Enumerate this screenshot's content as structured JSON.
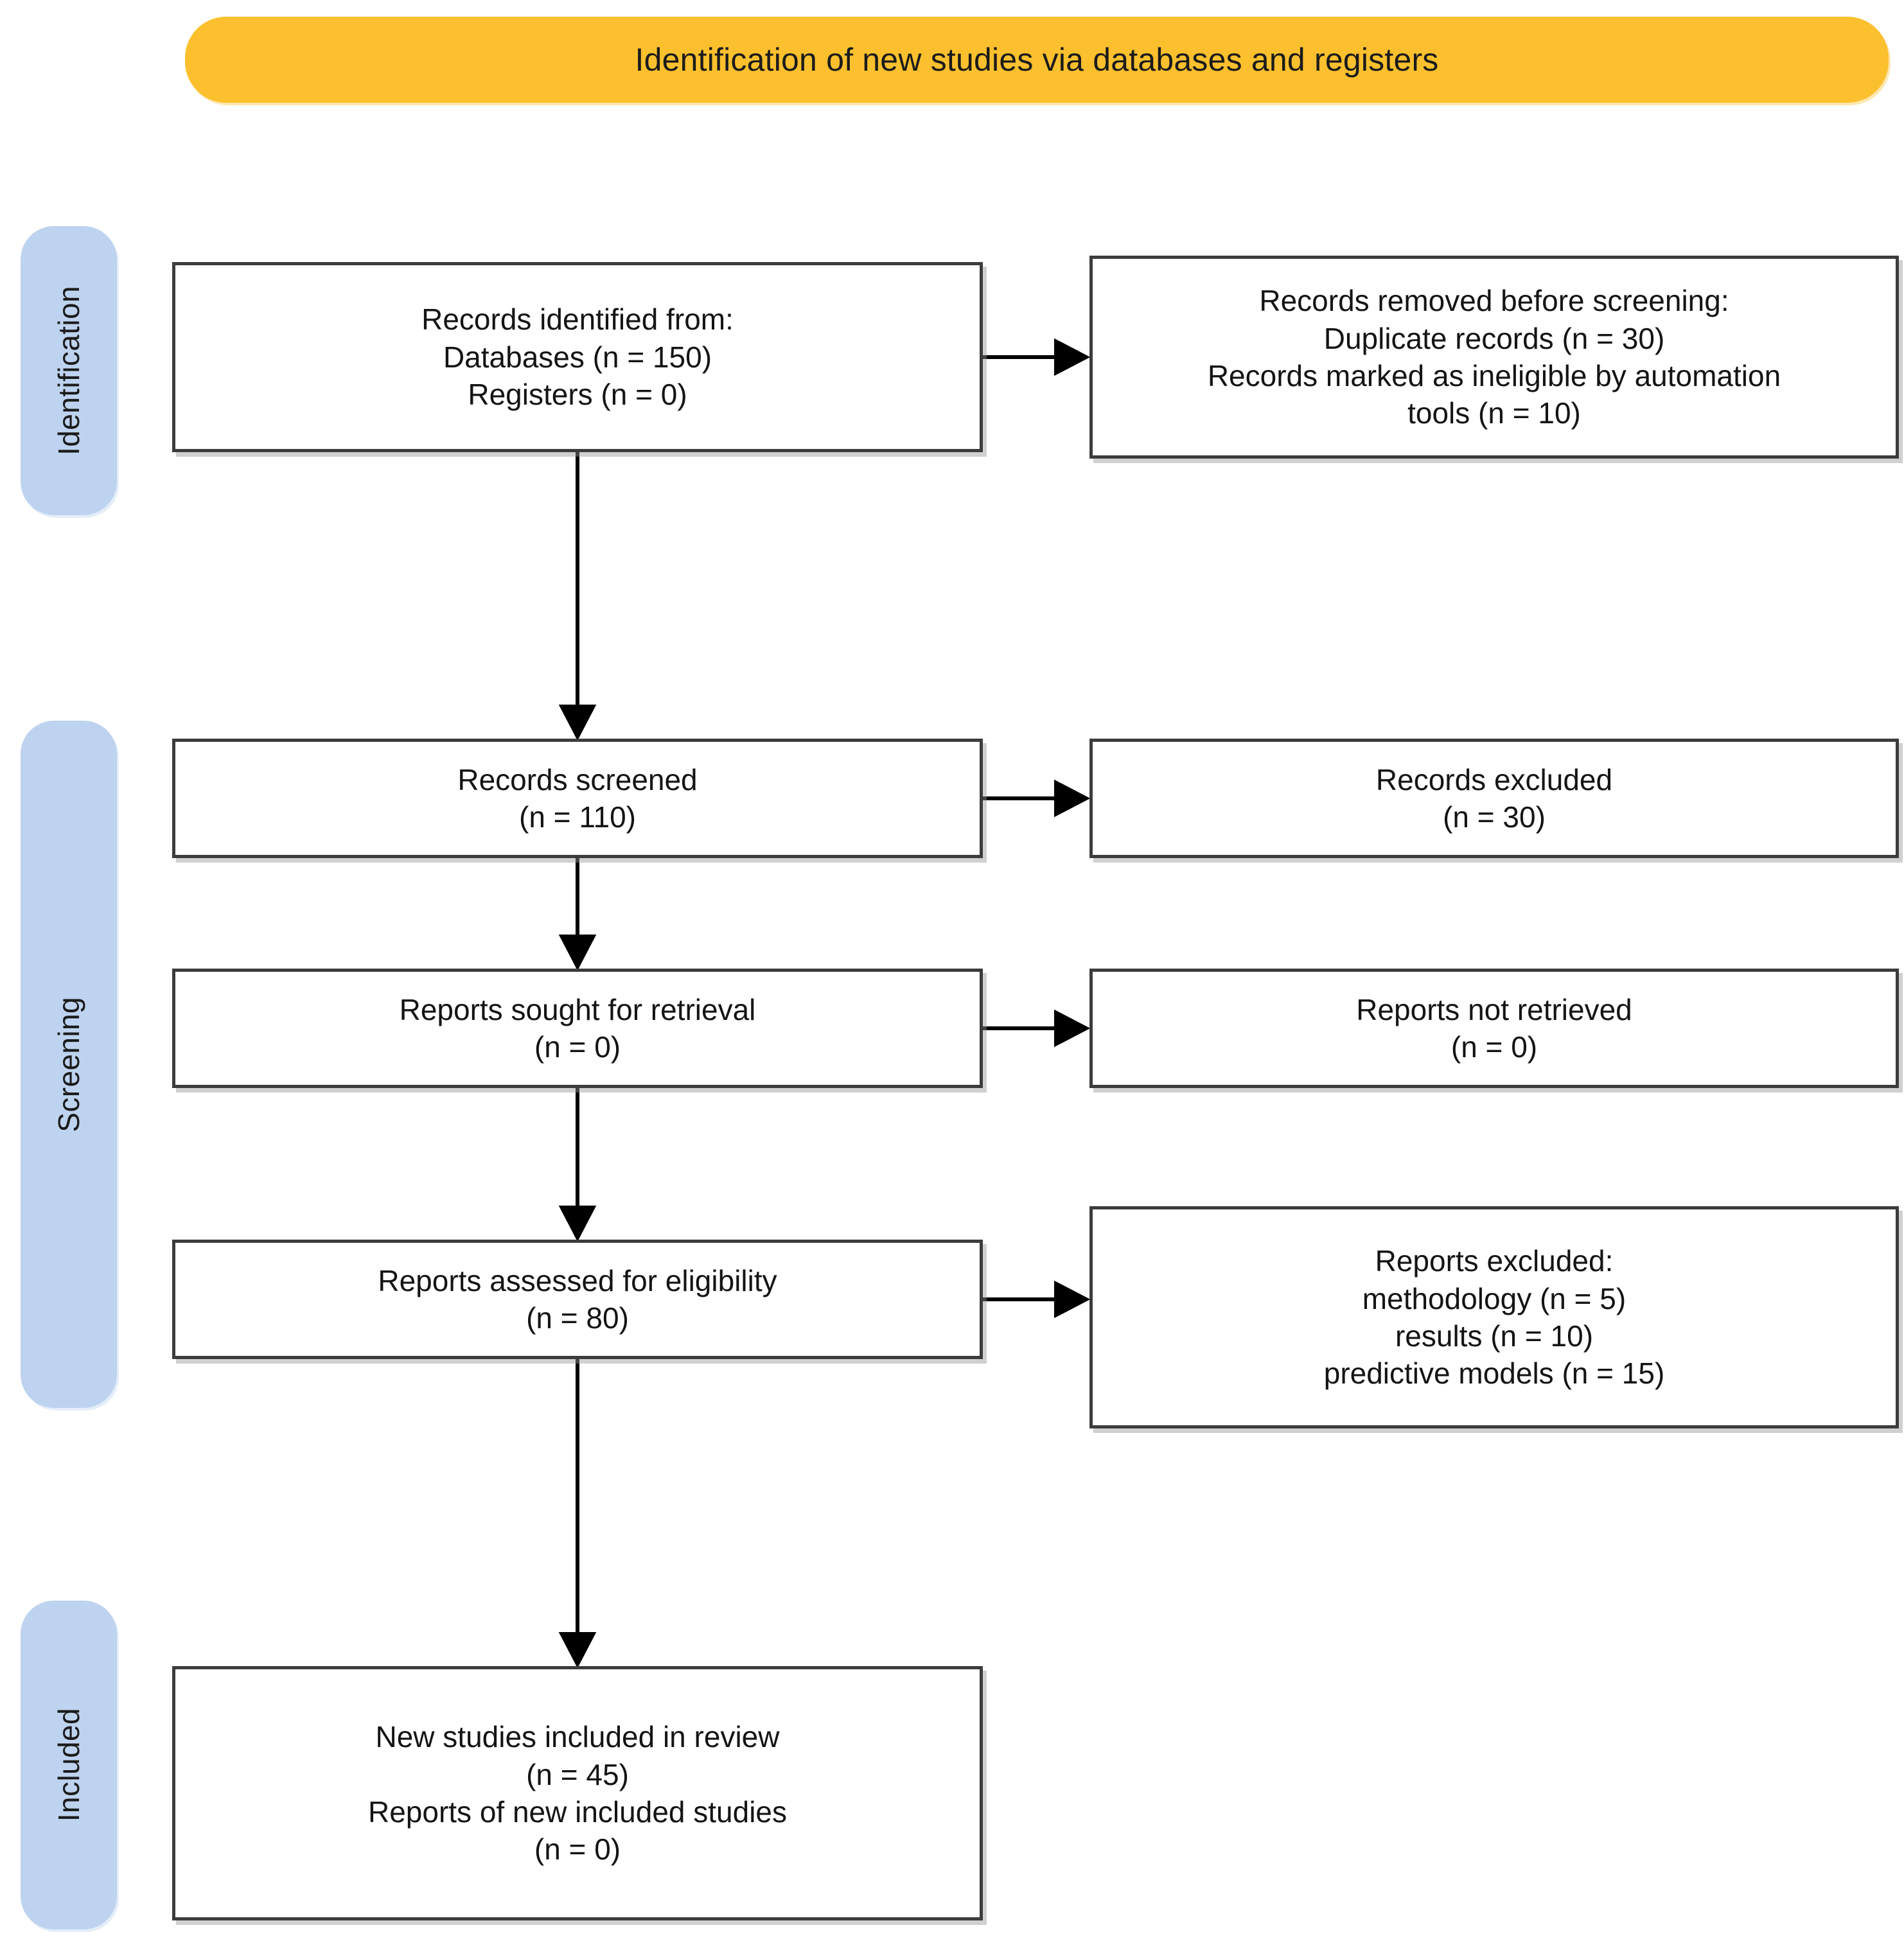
{
  "banner": {
    "title": "Identification of new studies via databases and registers",
    "color": "#fcc02e"
  },
  "stages": {
    "color": "#bed3ef",
    "items": [
      {
        "id": "identification",
        "label": "Identification"
      },
      {
        "id": "screening",
        "label": "Screening"
      },
      {
        "id": "included",
        "label": "Included"
      }
    ]
  },
  "boxes": {
    "records_identified": {
      "lines": [
        "Records identified from:",
        "Databases (n = 150)",
        "Registers (n = 0)"
      ]
    },
    "records_removed": {
      "lines": [
        "Records removed before screening:",
        "Duplicate records (n = 30)",
        "Records marked as ineligible by automation",
        "tools (n = 10)"
      ]
    },
    "records_screened": {
      "lines": [
        "Records screened",
        "(n = 110)"
      ]
    },
    "records_excluded": {
      "lines": [
        "Records excluded",
        "(n = 30)"
      ]
    },
    "reports_sought": {
      "lines": [
        "Reports sought for retrieval",
        "(n = 0)"
      ]
    },
    "reports_not_retrieved": {
      "lines": [
        "Reports not retrieved",
        "(n = 0)"
      ]
    },
    "reports_assessed": {
      "lines": [
        "Reports assessed for eligibility",
        "(n = 80)"
      ]
    },
    "reports_excluded": {
      "lines": [
        "Reports excluded:",
        "methodology (n = 5)",
        "results (n = 10)",
        "predictive models (n = 15)"
      ]
    },
    "studies_included": {
      "lines": [
        "New studies included in review",
        "(n = 45)",
        "Reports of new included studies",
        "(n = 0)"
      ]
    }
  },
  "chart_data": {
    "type": "diagram",
    "subtype": "prisma-flow",
    "title": "Identification of new studies via databases and registers",
    "phases": [
      "Identification",
      "Screening",
      "Included"
    ],
    "nodes": [
      {
        "id": "records_identified",
        "phase": "Identification",
        "column": "left",
        "label": "Records identified from: Databases (n = 150) Registers (n = 0)",
        "counts": {
          "Databases": 150,
          "Registers": 0
        }
      },
      {
        "id": "records_removed",
        "phase": "Identification",
        "column": "right",
        "label": "Records removed before screening: Duplicate records (n = 30) Records marked as ineligible by automation tools (n = 10)",
        "counts": {
          "Duplicate records": 30,
          "Records marked as ineligible by automation tools": 10
        }
      },
      {
        "id": "records_screened",
        "phase": "Screening",
        "column": "left",
        "label": "Records screened",
        "counts": {
          "n": 110
        }
      },
      {
        "id": "records_excluded",
        "phase": "Screening",
        "column": "right",
        "label": "Records excluded",
        "counts": {
          "n": 30
        }
      },
      {
        "id": "reports_sought",
        "phase": "Screening",
        "column": "left",
        "label": "Reports sought for retrieval",
        "counts": {
          "n": 0
        }
      },
      {
        "id": "reports_not_retrieved",
        "phase": "Screening",
        "column": "right",
        "label": "Reports not retrieved",
        "counts": {
          "n": 0
        }
      },
      {
        "id": "reports_assessed",
        "phase": "Screening",
        "column": "left",
        "label": "Reports assessed for eligibility",
        "counts": {
          "n": 80
        }
      },
      {
        "id": "reports_excluded",
        "phase": "Screening",
        "column": "right",
        "label": "Reports excluded",
        "counts": {
          "methodology": 5,
          "results": 10,
          "predictive models": 15
        }
      },
      {
        "id": "studies_included",
        "phase": "Included",
        "column": "left",
        "label": "New studies included in review / Reports of new included studies",
        "counts": {
          "New studies included in review": 45,
          "Reports of new included studies": 0
        }
      }
    ],
    "edges": [
      {
        "from": "records_identified",
        "to": "records_removed",
        "direction": "right"
      },
      {
        "from": "records_identified",
        "to": "records_screened",
        "direction": "down"
      },
      {
        "from": "records_screened",
        "to": "records_excluded",
        "direction": "right"
      },
      {
        "from": "records_screened",
        "to": "reports_sought",
        "direction": "down"
      },
      {
        "from": "reports_sought",
        "to": "reports_not_retrieved",
        "direction": "right"
      },
      {
        "from": "reports_sought",
        "to": "reports_assessed",
        "direction": "down"
      },
      {
        "from": "reports_assessed",
        "to": "reports_excluded",
        "direction": "right"
      },
      {
        "from": "reports_assessed",
        "to": "studies_included",
        "direction": "down"
      }
    ]
  }
}
